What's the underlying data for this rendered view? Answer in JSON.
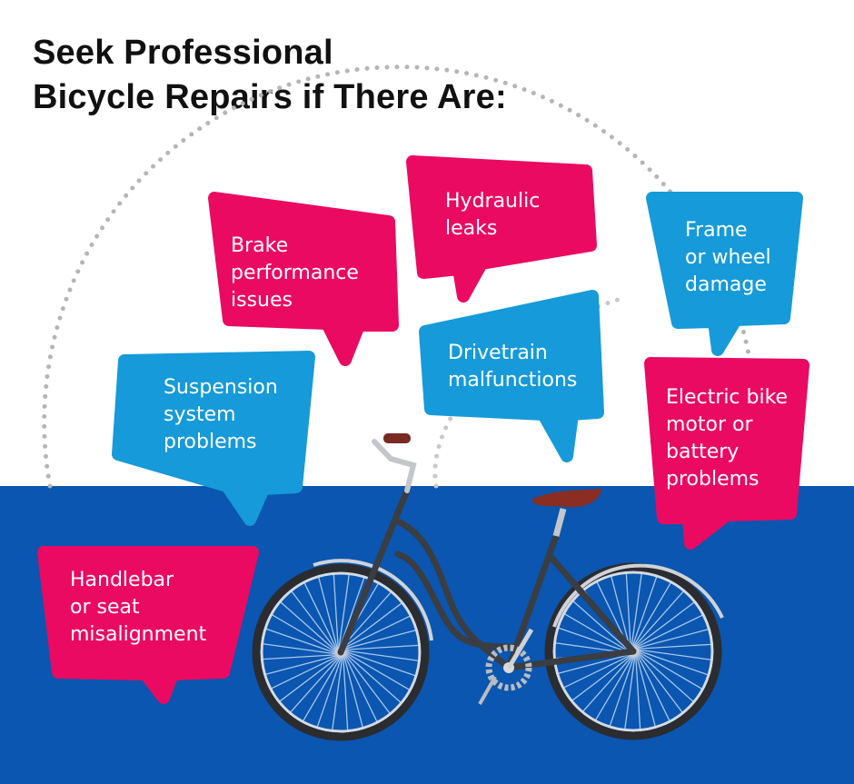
{
  "title": {
    "line1": "Seek Professional",
    "line2": "Bicycle Repairs if There Are:"
  },
  "colors": {
    "pink": "#ea0a62",
    "light_blue": "#169ad9",
    "dark_blue": "#0a56b0",
    "dots": "#b5b5b5"
  },
  "bubbles": [
    {
      "lines": [
        "Brake",
        "performance",
        "issues"
      ],
      "color": "pink"
    },
    {
      "lines": [
        "Hydraulic",
        "leaks"
      ],
      "color": "pink"
    },
    {
      "lines": [
        "Frame",
        "or wheel",
        "damage"
      ],
      "color": "light_blue"
    },
    {
      "lines": [
        "Drivetrain",
        "malfunctions"
      ],
      "color": "light_blue"
    },
    {
      "lines": [
        "Suspension",
        "system",
        "problems"
      ],
      "color": "light_blue"
    },
    {
      "lines": [
        "Electric bike",
        "motor or",
        "battery",
        "problems"
      ],
      "color": "pink"
    },
    {
      "lines": [
        "Handlebar",
        "or seat",
        "misalignment"
      ],
      "color": "pink"
    }
  ],
  "illustration": "bicycle-icon"
}
